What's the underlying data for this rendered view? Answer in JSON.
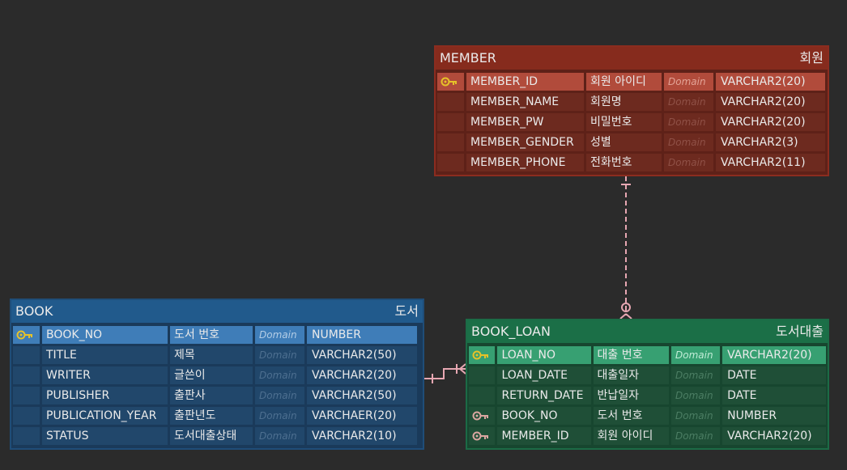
{
  "colors": {
    "background": "#2b2b2b",
    "member": "#862b1d",
    "book": "#215a8c",
    "book_loan": "#1b6f47",
    "relation_line": "#e7a7b2",
    "pk_key": "#e6c229",
    "fk_key": "#d9a6a0"
  },
  "domain_label": "Domain",
  "entities": {
    "member": {
      "name": "MEMBER",
      "logical": "회원",
      "columns": [
        {
          "key": "pk",
          "name": "MEMBER_ID",
          "logical": "회원 아이디",
          "domain": "Domain",
          "type": "VARCHAR2(20)"
        },
        {
          "key": "",
          "name": "MEMBER_NAME",
          "logical": "회원명",
          "domain": "Domain",
          "type": "VARCHAR2(20)"
        },
        {
          "key": "",
          "name": "MEMBER_PW",
          "logical": "비밀번호",
          "domain": "Domain",
          "type": "VARCHAR2(20)"
        },
        {
          "key": "",
          "name": "MEMBER_GENDER",
          "logical": "성별",
          "domain": "Domain",
          "type": "VARCHAR2(3)"
        },
        {
          "key": "",
          "name": "MEMBER_PHONE",
          "logical": "전화번호",
          "domain": "Domain",
          "type": "VARCHAR2(11)"
        }
      ]
    },
    "book": {
      "name": "BOOK",
      "logical": "도서",
      "columns": [
        {
          "key": "pk",
          "name": "BOOK_NO",
          "logical": "도서 번호",
          "domain": "Domain",
          "type": "NUMBER"
        },
        {
          "key": "",
          "name": "TITLE",
          "logical": "제목",
          "domain": "Domain",
          "type": "VARCHAR2(50)"
        },
        {
          "key": "",
          "name": "WRITER",
          "logical": "글쓴이",
          "domain": "Domain",
          "type": "VARCHAR2(20)"
        },
        {
          "key": "",
          "name": "PUBLISHER",
          "logical": "출판사",
          "domain": "Domain",
          "type": "VARCHAR2(50)"
        },
        {
          "key": "",
          "name": "PUBLICATION_YEAR",
          "logical": "출판년도",
          "domain": "Domain",
          "type": "VARCHAER(20)"
        },
        {
          "key": "",
          "name": "STATUS",
          "logical": "도서대출상태",
          "domain": "Domain",
          "type": "VARCHAR2(10)"
        }
      ]
    },
    "book_loan": {
      "name": "BOOK_LOAN",
      "logical": "도서대출",
      "columns": [
        {
          "key": "pk",
          "name": "LOAN_NO",
          "logical": "대출 번호",
          "domain": "Domain",
          "type": "VARCHAR2(20)"
        },
        {
          "key": "",
          "name": "LOAN_DATE",
          "logical": "대출일자",
          "domain": "Domain",
          "type": "DATE"
        },
        {
          "key": "",
          "name": "RETURN_DATE",
          "logical": "반납일자",
          "domain": "Domain",
          "type": "DATE"
        },
        {
          "key": "fk",
          "name": "BOOK_NO",
          "logical": "도서 번호",
          "domain": "Domain",
          "type": "NUMBER"
        },
        {
          "key": "fk",
          "name": "MEMBER_ID",
          "logical": "회원 아이디",
          "domain": "Domain",
          "type": "VARCHAR2(20)"
        }
      ]
    }
  }
}
